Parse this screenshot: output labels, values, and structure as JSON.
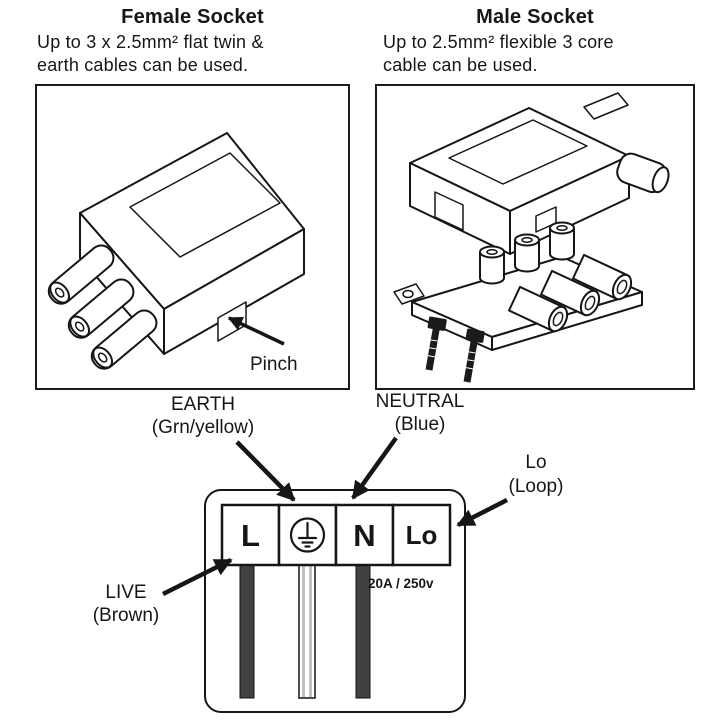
{
  "page": {
    "background": "#ffffff",
    "ink": "#161616"
  },
  "female_socket": {
    "title": "Female Socket",
    "description_line1": "Up to 3 x 2.5mm² flat twin &",
    "description_line2": "earth cables can be used.",
    "pinch_label": "Pinch"
  },
  "male_socket": {
    "title": "Male Socket",
    "description_line1": "Up to 2.5mm² flexible 3 core",
    "description_line2": "cable can be used."
  },
  "terminal_diagram": {
    "terminals": {
      "live": "L",
      "neutral": "N",
      "loop": "Lo"
    },
    "rating": "20A / 250v",
    "callouts": {
      "earth": {
        "label": "EARTH",
        "sub": "(Grn/yellow)"
      },
      "neutral": {
        "label": "NEUTRAL",
        "sub": "(Blue)"
      },
      "loop": {
        "label": "Lo",
        "sub": "(Loop)"
      },
      "live": {
        "label": "LIVE",
        "sub": "(Brown)"
      }
    },
    "colors": {
      "wire_dark": "#414141",
      "earth_sleeve_stripe": "#c0c0c0"
    }
  }
}
